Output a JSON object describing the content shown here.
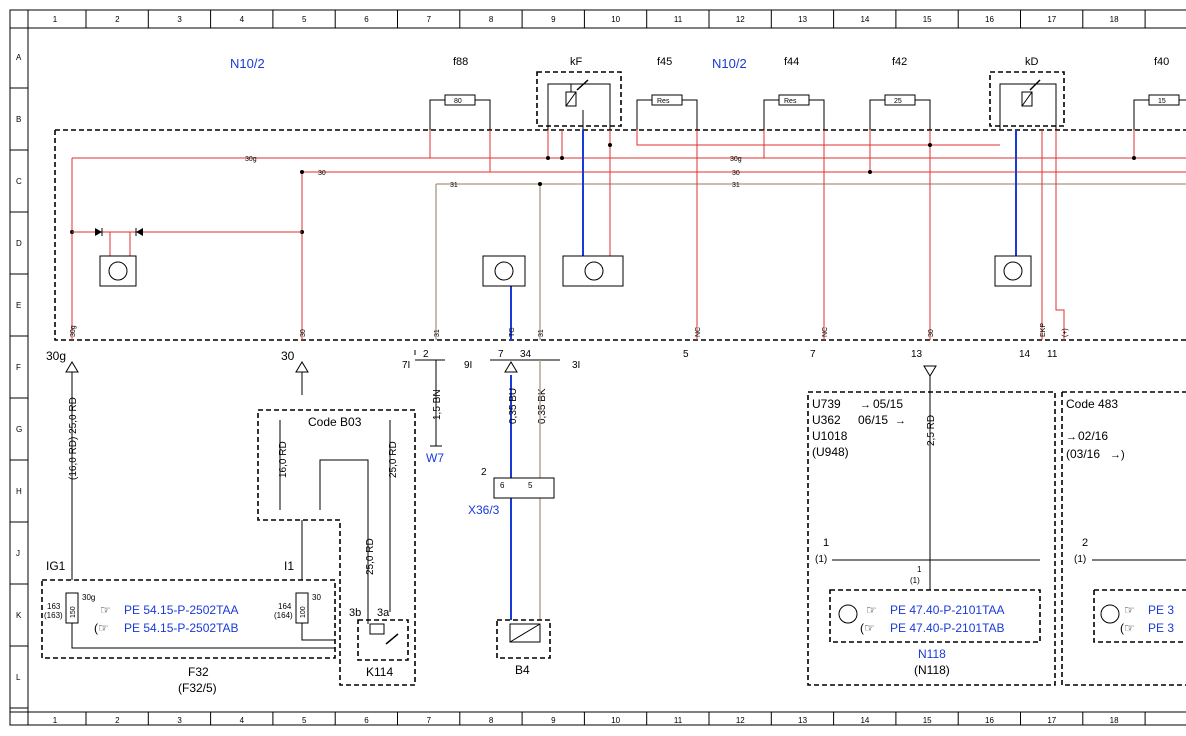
{
  "grid": {
    "columns": [
      "1",
      "2",
      "3",
      "4",
      "5",
      "6",
      "7",
      "8",
      "9",
      "10",
      "11",
      "12",
      "13",
      "14",
      "15",
      "16",
      "17",
      "18"
    ],
    "rows": [
      "A",
      "B",
      "C",
      "D",
      "E",
      "F",
      "G",
      "H",
      "J",
      "K",
      "L"
    ]
  },
  "modules": {
    "n10_2_left": "N10/2",
    "n10_2_mid": "N10/2",
    "fuses": {
      "f88": "f88",
      "kF": "kF",
      "f45": "f45",
      "f44": "f44",
      "f42": "f42",
      "kD": "kD",
      "f40": "f40"
    },
    "fuse_values": {
      "f88": "80",
      "f45": "Res",
      "f44": "Res",
      "f42": "25",
      "f40": "15"
    }
  },
  "bus_labels": {
    "b30g_a": "30g",
    "b30_a": "30",
    "b31_a": "31",
    "b30g_b": "30g",
    "b30_b": "30",
    "b31_b": "31"
  },
  "pin_labels": {
    "p30g": "30g",
    "p30": "30",
    "p31": "31",
    "pTG": "TG",
    "p31b": "31",
    "pNC1": "NC",
    "pNC2": "NC",
    "p30c": "30",
    "pEKP": "EKP",
    "pPlus": "(+)"
  },
  "connector_nums": {
    "c7l": "7I",
    "c2": "2",
    "c9l": "9I",
    "c7": "7",
    "c34": "34",
    "c3l": "3I",
    "c5": "5",
    "c7b": "7",
    "c13": "13",
    "c14": "14",
    "c11": "11"
  },
  "wires": {
    "w_30g": "30g",
    "w_30": "30",
    "w_16rd": "(16,0 RD) 25,0 RD",
    "w_16rd_b": "16,0 RD",
    "w_25rd_b": "25,0 RD",
    "w_25rd_c": "25,0 RD",
    "w_15bn": "1,5 BN",
    "w_035bu": "0,35 BU",
    "w_035bk": "0,35 BK",
    "w_25rd_d": "2,5 RD"
  },
  "components": {
    "w7": "W7",
    "x36_3": "X36/3",
    "x36_pin2": "2",
    "x36_pin6": "6",
    "x36_pin5": "5",
    "b4": "B4",
    "code_b03": "Code B03",
    "f32": "F32",
    "f32_alt": "(F32/5)",
    "ig1": "IG1",
    "i1": "I1",
    "f32_pin1": "163",
    "f32_pin1b": "(163)",
    "f32_val1": "150",
    "f32_lbl1": "30g",
    "f32_pin2": "164",
    "f32_pin2b": "(164)",
    "f32_val2": "100",
    "f32_lbl2": "30",
    "pe_f32_a": "PE 54.15-P-2502TAA",
    "pe_f32_b": "PE 54.15-P-2502TAB",
    "k114": "K114",
    "k114_3b": "3b",
    "k114_3a": "3a",
    "u739": "U739",
    "u739_date": "05/15",
    "u362": "U362",
    "u362_date": "06/15",
    "u1018": "U1018",
    "u948": "(U948)",
    "code_483": "Code 483",
    "c483_date": "02/16",
    "c483_date_b": "(03/16",
    "n118_pin1": "1",
    "n118_pin1b": "(1)",
    "n118_pin_inner": "1",
    "n118_pin_innerb": "(1)",
    "pe_n118_a": "PE 47.40-P-2101TAA",
    "pe_n118_b": "PE 47.40-P-2101TAB",
    "n118": "N118",
    "n118_alt": "(N118)",
    "r2_pin": "2",
    "r2_pinb": "(1)",
    "r2_pe_a": "PE 3",
    "r2_pe_b": "PE 3"
  }
}
